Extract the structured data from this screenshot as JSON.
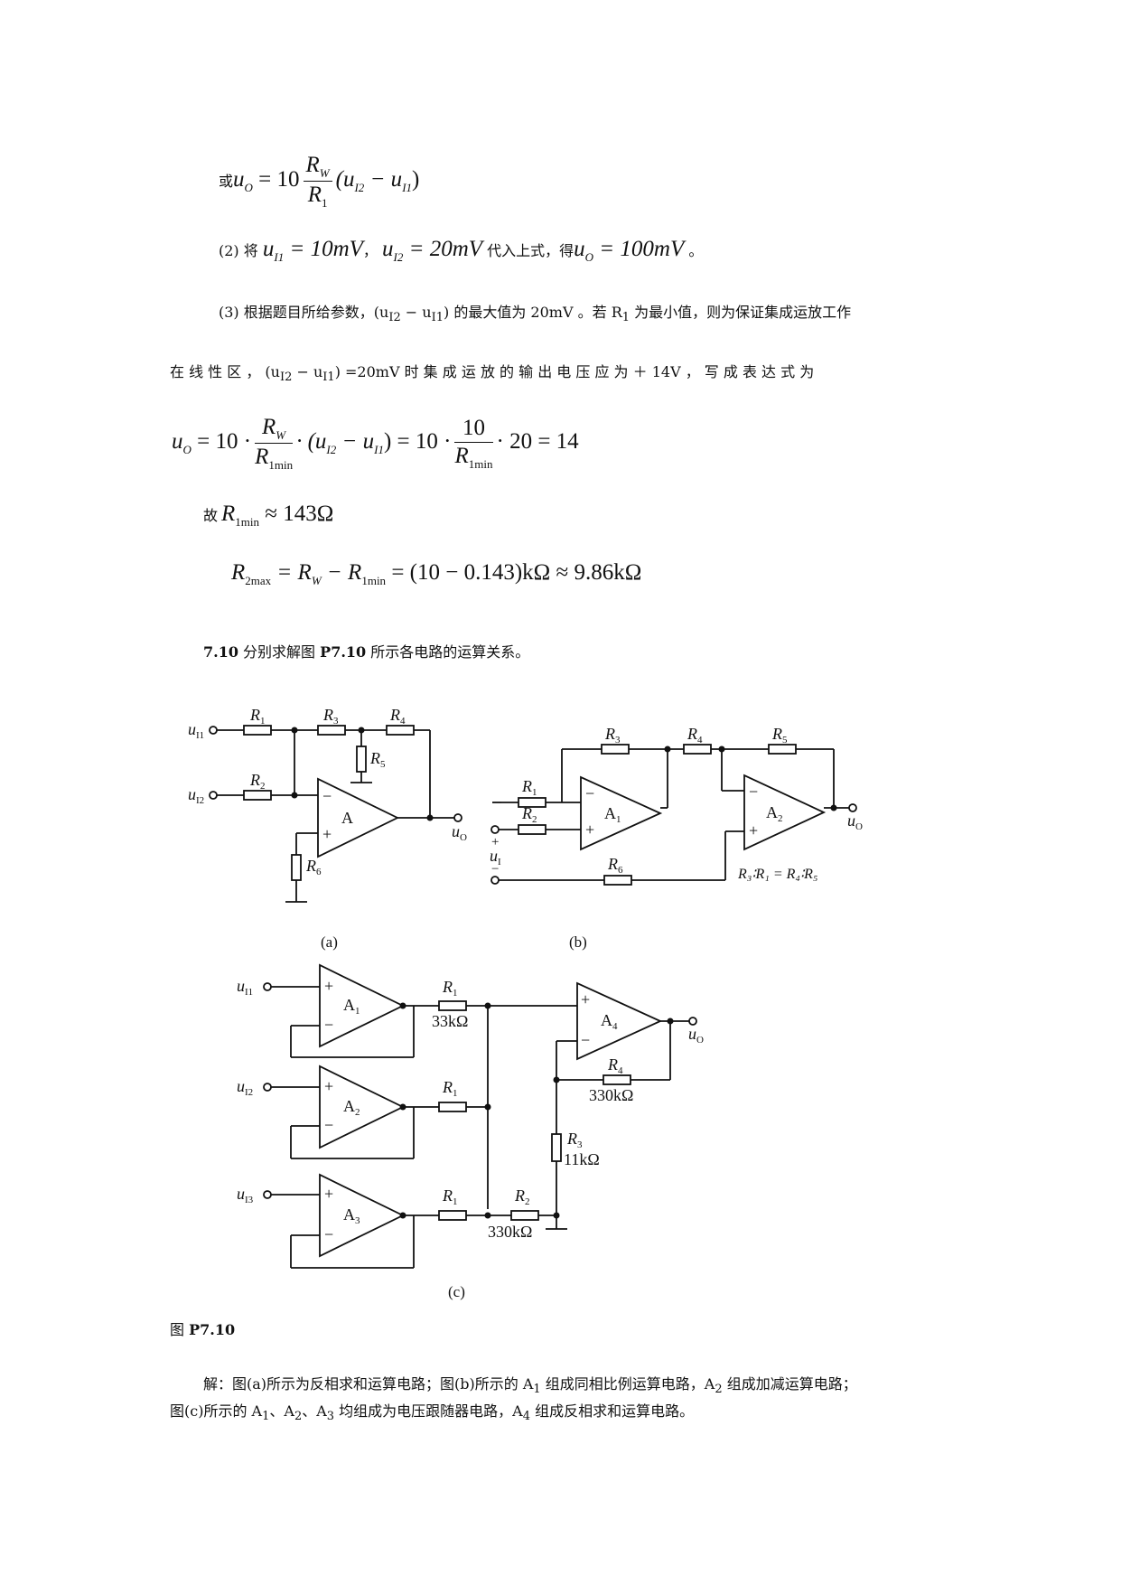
{
  "eq_line1": {
    "prefix": "或",
    "lhs": "u",
    "lhs_sub": "O",
    "mid": " = 10",
    "num": "R",
    "num_sub": "W",
    "den": "R",
    "den_sub": "1",
    "tail": "(u",
    "tail_sub1": "I2",
    "tail2": " − u",
    "tail_sub2": "I1",
    "tail3": ")"
  },
  "step2": {
    "label": "(2) 将",
    "a": "u",
    "a_sub": "I1",
    "a_val": " = 10mV",
    "comma": "，",
    "b": "u",
    "b_sub": "I2",
    "b_val": " = 20mV",
    "mid": " 代入上式，得",
    "c": "u",
    "c_sub": "O",
    "c_val": " = 100mV",
    "end": " 。"
  },
  "step3": {
    "line1": "(3) 根据题目所给参数，(u",
    "line1_sub1": "I2",
    "line1_b": " − u",
    "line1_sub2": "I1",
    "line1_c": ") 的最大值为 20mV 。若 R",
    "line1_sub3": "1",
    "line1_d": " 为最小值，则为保证集成运放工作",
    "line2a": "在 线 性 区 ， (u",
    "line2_sub1": "I2",
    "line2b": " − u",
    "line2_sub2": "I1",
    "line2c": ") =20mV  时 集 成 运 放 的 输 出 电 压 应 为 ＋ 14V ， 写 成 表 达 式 为"
  },
  "eq_big": {
    "lhs": "u",
    "lhs_sub": "O",
    "p1": " = 10 ·",
    "num1": "R",
    "num1_sub": "W",
    "den1": "R",
    "den1_sub": "1min",
    "p2": "· (u",
    "p2_sub": "I2",
    "p3": " − u",
    "p3_sub": "I1",
    "p4": ") = 10 ·",
    "num2": "10",
    "den2": "R",
    "den2_sub": "1min",
    "p5": "· 20 = 14"
  },
  "eq_rmin": {
    "prefix": "故 ",
    "r": "R",
    "r_sub": "1min",
    "val": " ≈ 143Ω"
  },
  "eq_rmax": {
    "r": "R",
    "r_sub": "2max",
    "mid": " = R",
    "mid_sub": "W",
    "mid2": " − R",
    "mid2_sub": "1min",
    "val": " = (10 − 0.143)kΩ ≈ 9.86kΩ"
  },
  "problem": {
    "num": "7.10",
    "text": " 分别求解图 ",
    "fig": "P7.10",
    "text2": " 所示各电路的运算关系。"
  },
  "circuits": {
    "a": {
      "caption": "(a)",
      "uI1": "u",
      "uI1_sub": "I1",
      "uI2": "u",
      "uI2_sub": "I2",
      "R1": "R",
      "R1s": "1",
      "R2": "R",
      "R2s": "2",
      "R3": "R",
      "R3s": "3",
      "R4": "R",
      "R4s": "4",
      "R5": "R",
      "R5s": "5",
      "R6": "R",
      "R6s": "6",
      "amp": "A",
      "minus": "−",
      "plus": "+",
      "uO": "u",
      "uO_sub": "O"
    },
    "b": {
      "caption": "(b)",
      "R1": "R",
      "R1s": "1",
      "R2": "R",
      "R2s": "2",
      "R3": "R",
      "R3s": "3",
      "R4": "R",
      "R4s": "4",
      "R5": "R",
      "R5s": "5",
      "R6": "R",
      "R6s": "6",
      "A1": "A",
      "A1s": "1",
      "A2": "A",
      "A2s": "2",
      "uI": "u",
      "uI_sub": "I",
      "plus": "+",
      "minus": "−",
      "uO": "u",
      "uO_sub": "O",
      "relation": "R₃∶R₁ = R₄∶R₅"
    },
    "c": {
      "caption": "(c)",
      "uI1": "u",
      "uI1_sub": "I1",
      "uI2": "u",
      "uI2_sub": "I2",
      "uI3": "u",
      "uI3_sub": "I3",
      "A1": "A",
      "A1s": "1",
      "A2": "A",
      "A2s": "2",
      "A3": "A",
      "A3s": "3",
      "A4": "A",
      "A4s": "4",
      "R1": "R",
      "R1s": "1",
      "R1v": "33kΩ",
      "R2": "R",
      "R2s": "2",
      "R2v": "330kΩ",
      "R3": "R",
      "R3s": "3",
      "R3v": "11kΩ",
      "R4": "R",
      "R4s": "4",
      "R4v": "330kΩ",
      "plus": "+",
      "minus": "−",
      "uO": "u",
      "uO_sub": "O"
    }
  },
  "figure_label": {
    "prefix": "图 ",
    "name": "P7.10"
  },
  "solution": {
    "line1a": "解：图(a)所示为反相求和运算电路；图(b)所示的 A",
    "line1_s1": "1",
    "line1b": " 组成同相比例运算电路，A",
    "line1_s2": "2",
    "line1c": " 组成加减运算电路；",
    "line2a": "图(c)所示的 A",
    "line2_s1": "1",
    "line2b": "、A",
    "line2_s2": "2",
    "line2c": "、A",
    "line2_s3": "3",
    "line2d": " 均组成为电压跟随器电路，A",
    "line2_s4": "4",
    "line2e": " 组成反相求和运算电路。"
  }
}
